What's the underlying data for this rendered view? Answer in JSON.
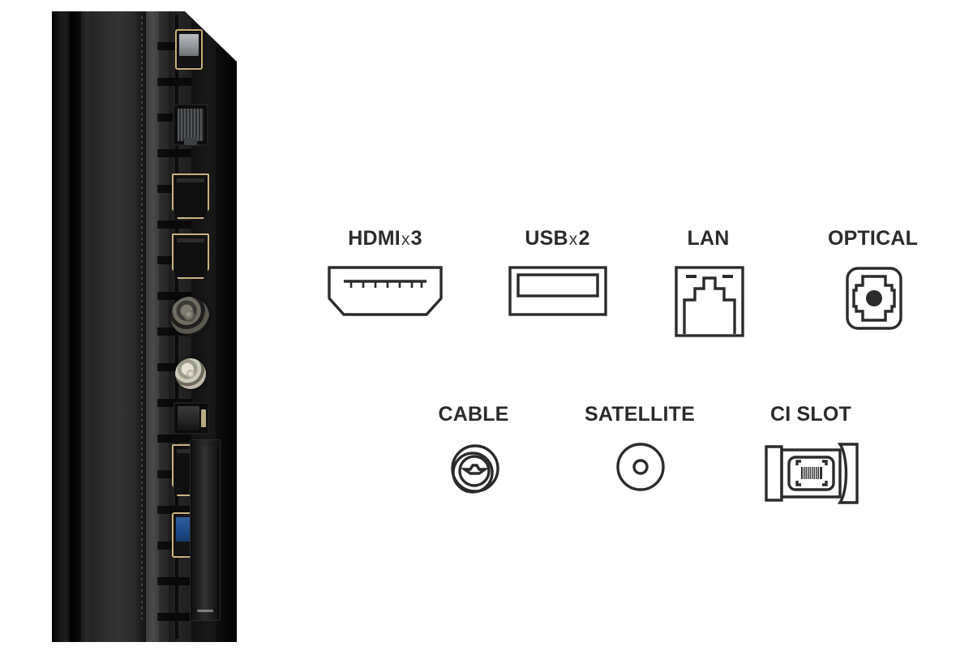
{
  "page": {
    "title": "TV side panel connectivity",
    "background_color": "#ffffff",
    "ink_color": "#2b2b2b"
  },
  "tv_panel": {
    "description": "Close-up photograph of a television's side/rear input panel",
    "ports_top_to_bottom": [
      "usb-port",
      "lan-rj45-port",
      "hdmi-port",
      "hdmi-port",
      "cable-coaxial-jack",
      "satellite-f-type-jack",
      "optical-toslink-port",
      "hdmi-port",
      "usb-3-port",
      "ci-card-slot"
    ]
  },
  "legend": {
    "rows": [
      {
        "row_id": "row-1",
        "items": [
          {
            "id": "hdmi",
            "label": "HDMI",
            "multiplier": "x",
            "count": "3",
            "icon": "hdmi-icon"
          },
          {
            "id": "usb",
            "label": "USB",
            "multiplier": "x",
            "count": "2",
            "icon": "usb-icon"
          },
          {
            "id": "lan",
            "label": "LAN",
            "multiplier": "",
            "count": "",
            "icon": "lan-rj45-icon"
          },
          {
            "id": "optical",
            "label": "OPTICAL",
            "multiplier": "",
            "count": "",
            "icon": "optical-toslink-icon"
          }
        ]
      },
      {
        "row_id": "row-2",
        "items": [
          {
            "id": "cable",
            "label": "CABLE",
            "multiplier": "",
            "count": "",
            "icon": "coaxial-cable-icon"
          },
          {
            "id": "satellite",
            "label": "SATELLITE",
            "multiplier": "",
            "count": "",
            "icon": "satellite-f-type-icon"
          },
          {
            "id": "ci_slot",
            "label": "CI SLOT",
            "multiplier": "",
            "count": "",
            "icon": "ci-card-slot-icon"
          }
        ]
      }
    ]
  }
}
